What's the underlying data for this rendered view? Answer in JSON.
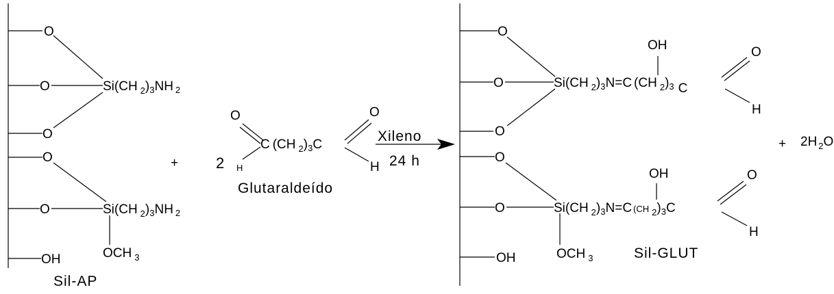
{
  "reactant1": {
    "name": "Sil-AP",
    "group1": {
      "o1": "O",
      "o2": "O",
      "o3": "O",
      "si": "Si(CH",
      "sub_a": "2",
      "close": ")",
      "sub_b": "3",
      "nh": "NH",
      "sub_c": "2"
    },
    "group2": {
      "o1": "O",
      "o2": "O",
      "si": "Si(CH",
      "sub_a": "2",
      "close": ")",
      "sub_b": "3",
      "nh": "NH",
      "sub_c": "2",
      "och": "OCH",
      "sub_d": "3"
    },
    "oh": "OH"
  },
  "plus1": "+",
  "coefficient": "2",
  "reagent": {
    "o_left": "O",
    "o_right": "O",
    "c_left": "C",
    "chain": "(CH",
    "sub_a": "2",
    "close": ")",
    "sub_b": "3",
    "c_right": "C",
    "h_left": "H",
    "h_right": "H",
    "name": "Glutaraldeído"
  },
  "arrow": {
    "top": "Xileno",
    "bottom": "24 h"
  },
  "product": {
    "name": "Sil-GLUT",
    "group1": {
      "o1": "O",
      "o2": "O",
      "o3": "O",
      "si": "Si(CH",
      "sub_a": "2",
      "mid": ")",
      "sub_b": "3",
      "n": "N",
      "eq": "=",
      "c": "C",
      "chain": "(CH",
      "sub_c": "2",
      "close": ")",
      "sub_d": "3",
      "c2": "C",
      "oh": "OH",
      "o_ald": "O",
      "h": "H"
    },
    "group2": {
      "o1": "O",
      "o2": "O",
      "si": "Si(CH",
      "sub_a": "2",
      "mid": ")",
      "sub_b": "3",
      "n": "N",
      "eq": "=",
      "c": "C",
      "chain": "(CH",
      "sub_c": "2",
      "close": ")",
      "sub_d": "3",
      "c2": "C",
      "oh": "OH",
      "o_ald": "O",
      "h": "H",
      "och": "OCH",
      "sub_e": "3"
    },
    "oh": "OH"
  },
  "plus2": "+",
  "water": {
    "h": "2H",
    "sub": "2",
    "o": "O"
  }
}
